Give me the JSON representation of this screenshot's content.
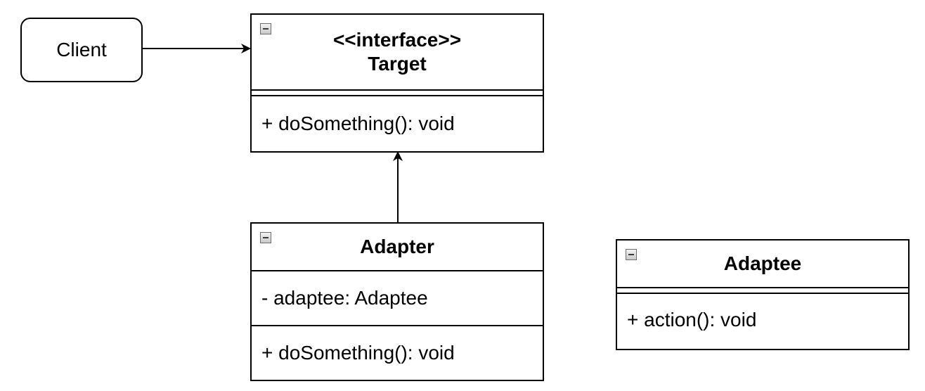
{
  "client": {
    "label": "Client"
  },
  "target": {
    "stereotype": "<<interface>>",
    "name": "Target",
    "operations": [
      "+ doSomething(): void"
    ]
  },
  "adapter": {
    "name": "Adapter",
    "attributes": [
      "- adaptee: Adaptee"
    ],
    "operations": [
      "+ doSomething(): void"
    ]
  },
  "adaptee": {
    "name": "Adaptee",
    "operations": [
      "+ action(): void"
    ]
  },
  "icons": {
    "collapse": "collapse-minus-icon"
  }
}
